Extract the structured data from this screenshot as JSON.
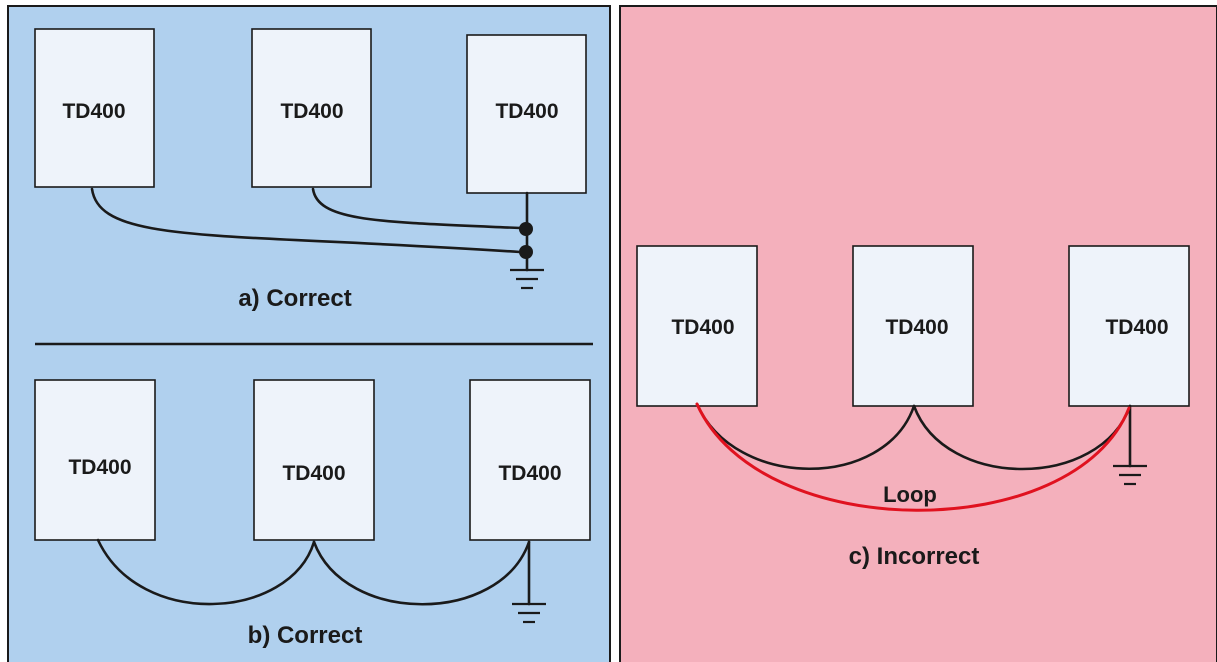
{
  "colors": {
    "correct_panel_bg": "#b0d0ee",
    "incorrect_panel_bg": "#f4b0bc",
    "box_fill": "#eef3fa",
    "wire": "#1a1a1a",
    "loop_wire": "#e0121f"
  },
  "panel_a": {
    "caption": "a) Correct",
    "devices": [
      "TD400",
      "TD400",
      "TD400"
    ]
  },
  "panel_b": {
    "caption": "b) Correct",
    "devices": [
      "TD400",
      "TD400",
      "TD400"
    ]
  },
  "panel_c": {
    "caption": "c) Incorrect",
    "loop_label": "Loop",
    "devices": [
      "TD400",
      "TD400",
      "TD400"
    ]
  }
}
